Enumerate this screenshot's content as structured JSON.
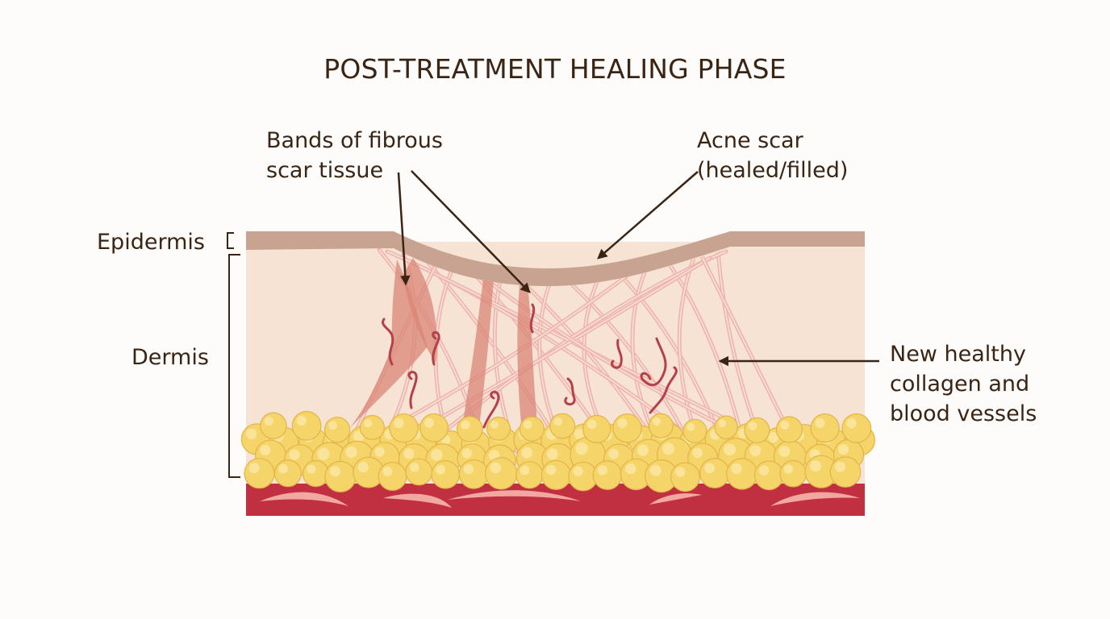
{
  "title": "POST-TREATMENT HEALING PHASE",
  "labels": {
    "epidermis": "Epidermis",
    "dermis": "Dermis",
    "fibrous_bands": [
      "Bands of fibrous",
      "scar tissue"
    ],
    "acne_scar": [
      "Acne scar",
      "(healed/filled)"
    ],
    "new_collagen": [
      "New healthy",
      "collagen and",
      "blood vessels"
    ]
  },
  "colors": {
    "epidermis": "#c9a391",
    "dermis": "#f6e3d3",
    "fibers": "#eeb6ad",
    "scar_bands": "#d98576",
    "vessels": "#b5404a",
    "fat": "#f5d46a",
    "muscle": "#c03041",
    "text": "#3a2414"
  }
}
